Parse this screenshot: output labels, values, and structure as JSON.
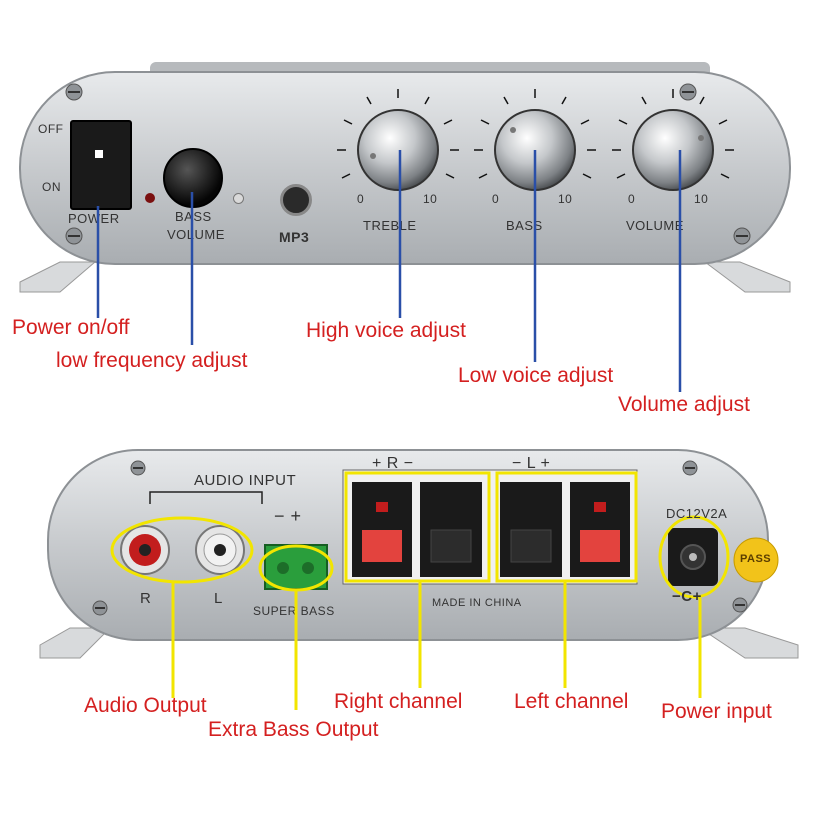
{
  "colors": {
    "callout_text": "#d42020",
    "front_leader": "#2a4fa8",
    "back_highlight": "#f2e500",
    "chassis": "#c9ccd0"
  },
  "front_panel": {
    "switch_off_label": "OFF",
    "switch_on_label": "ON",
    "power_label": "POWER",
    "bass_volume_label_1": "BASS",
    "bass_volume_label_2": "VOLUME",
    "mp3_label": "MP3",
    "knobs": [
      {
        "name": "TREBLE",
        "min": "0",
        "max": "10"
      },
      {
        "name": "BASS",
        "min": "0",
        "max": "10"
      },
      {
        "name": "VOLUME",
        "min": "0",
        "max": "10"
      }
    ]
  },
  "front_callouts": {
    "power": "Power on/off",
    "low_freq": "low frequency adjust",
    "high_voice": "High voice adjust",
    "low_voice": "Low voice adjust",
    "volume": "Volume adjust"
  },
  "back_panel": {
    "audio_input_label": "AUDIO INPUT",
    "rca_right": "R",
    "rca_left": "L",
    "super_bass_polarity": "− +",
    "super_bass_label": "SUPER BASS",
    "right_terminal_label": "+ R −",
    "left_terminal_label": "− L +",
    "made_in": "MADE IN CHINA",
    "dc_label": "DC12V2A",
    "dc_polarity": "−C+",
    "pass_sticker": "PASS"
  },
  "back_callouts": {
    "audio_output": "Audio Output",
    "extra_bass": "Extra Bass Output",
    "right_channel": "Right channel",
    "left_channel": "Left channel",
    "power_input": "Power input"
  }
}
